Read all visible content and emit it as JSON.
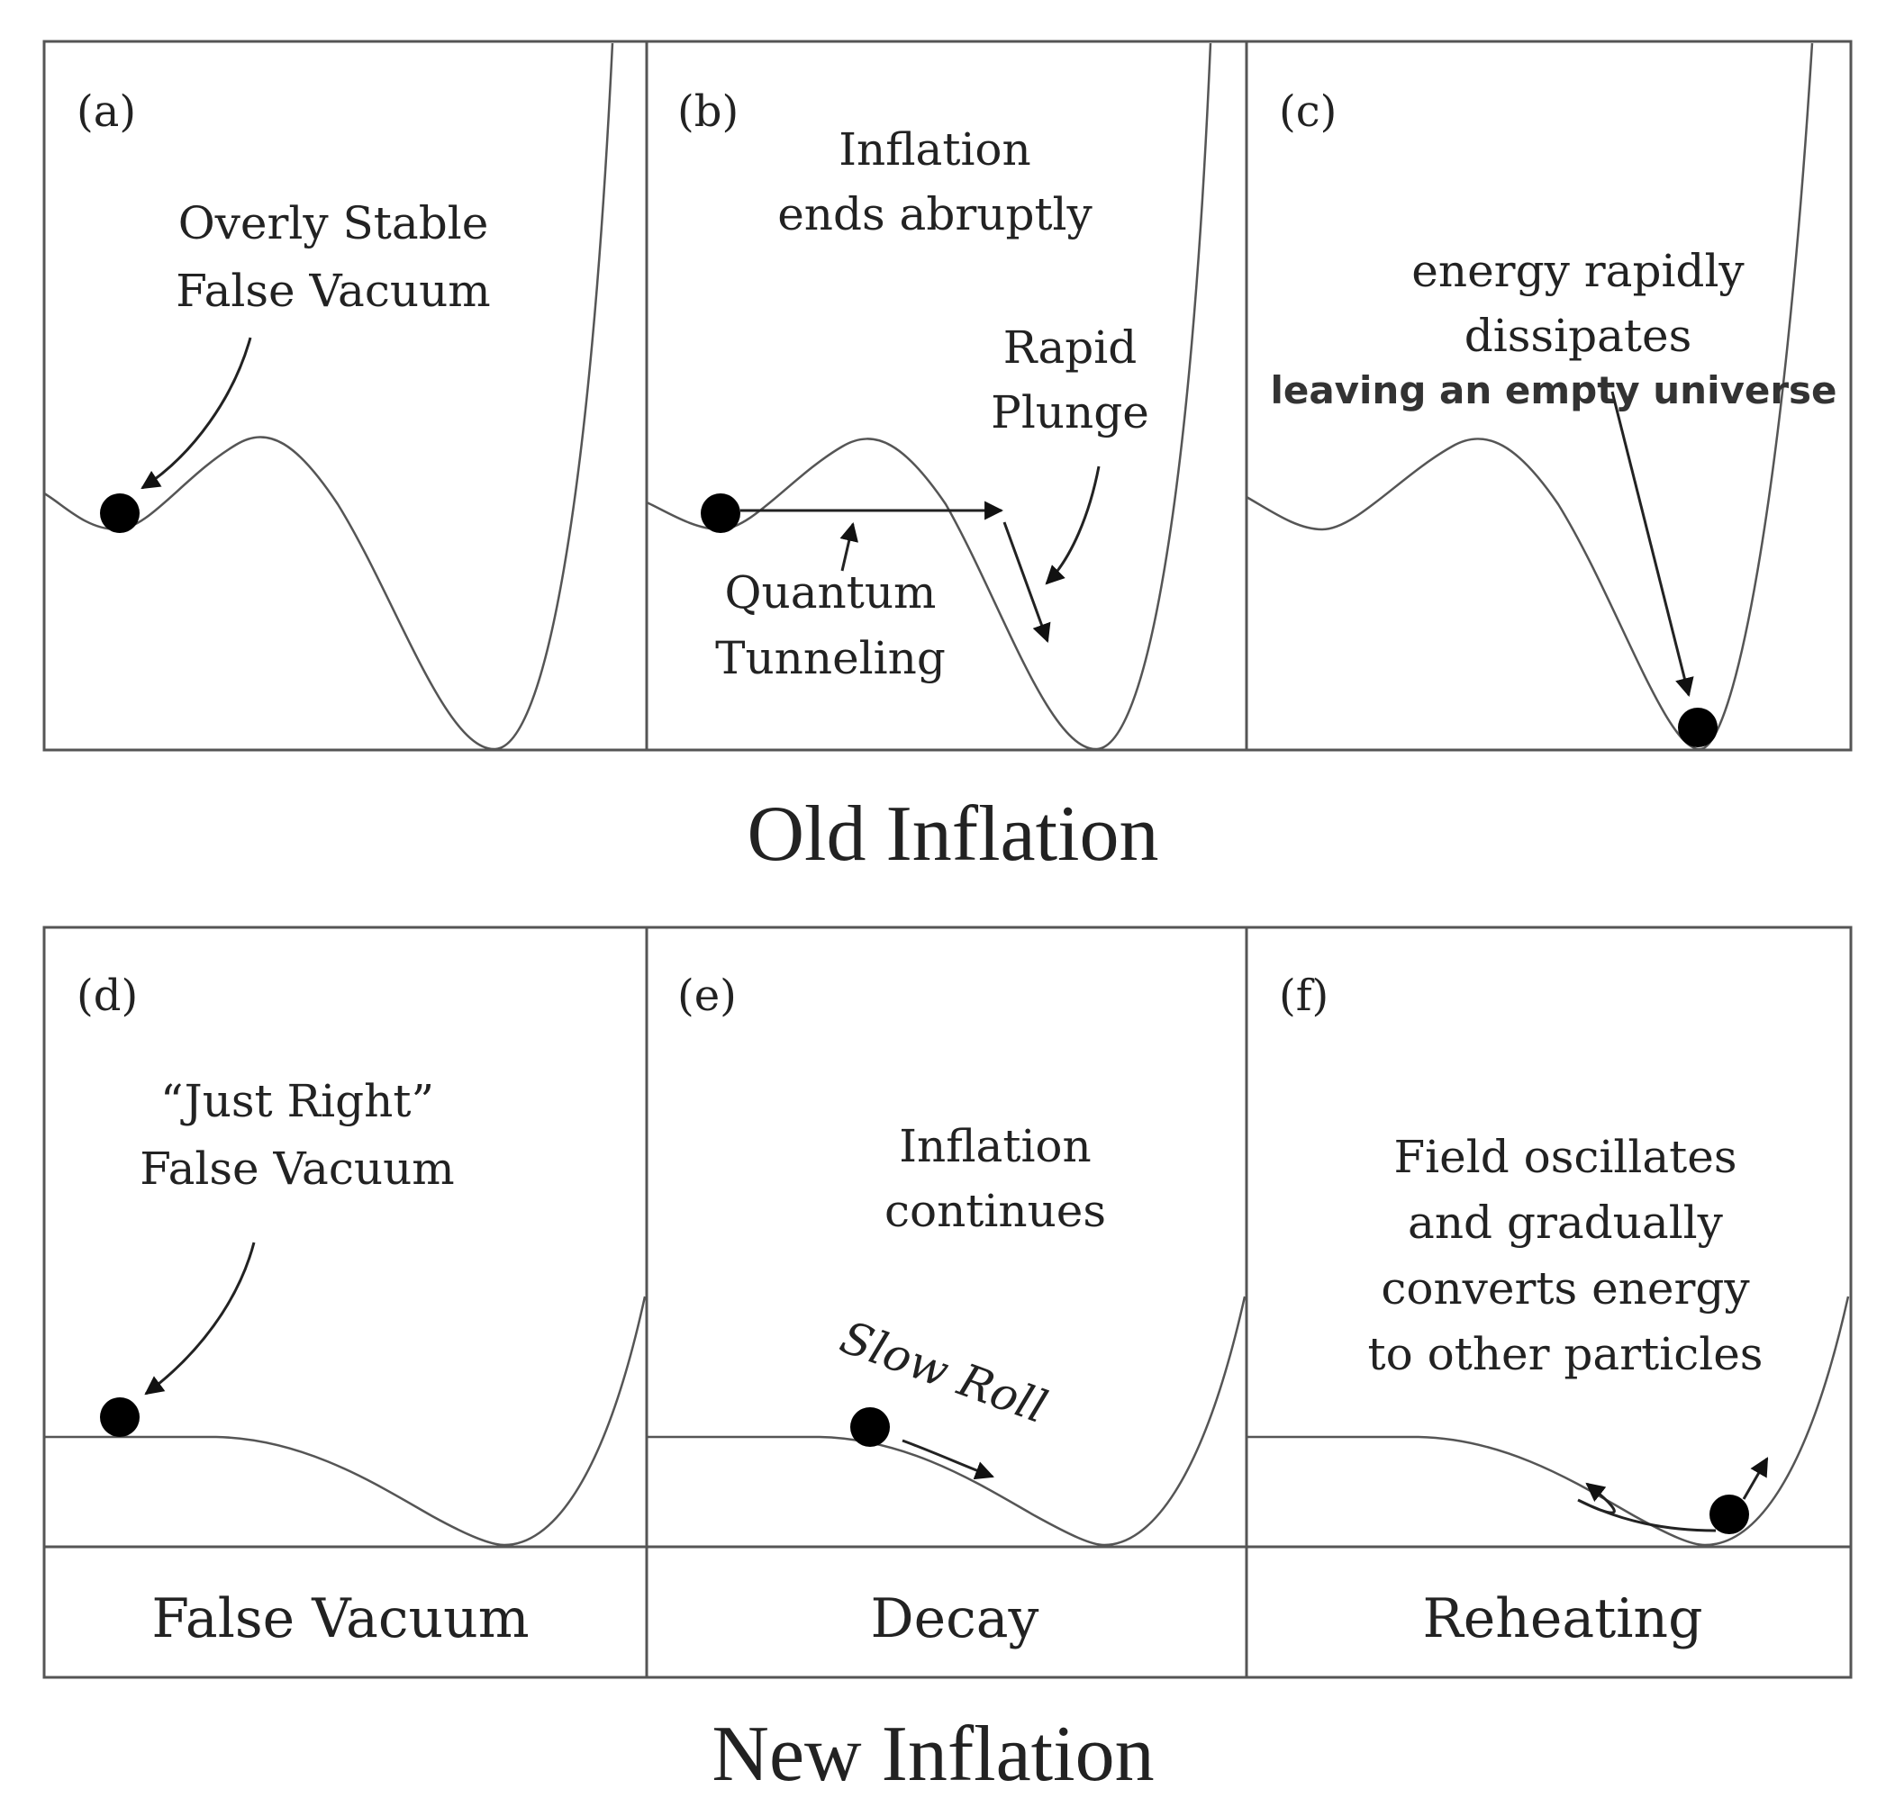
{
  "old_inflation": {
    "title": "Old Inflation",
    "panels": [
      {
        "letter": "(a)",
        "lines": [
          "Overly Stable",
          "False Vacuum"
        ]
      },
      {
        "letter": "(b)",
        "lines": [
          "Inflation",
          "ends abruptly"
        ],
        "plunge": [
          "Rapid",
          "Plunge"
        ],
        "tunnel": [
          "Quantum",
          "Tunneling"
        ]
      },
      {
        "letter": "(c)",
        "lines": [
          "energy rapidly",
          "dissipates"
        ],
        "extra": "leaving an empty universe"
      }
    ]
  },
  "new_inflation": {
    "title": "New Inflation",
    "panels": [
      {
        "letter": "(d)",
        "lines": [
          "“Just Right”",
          "False Vacuum"
        ],
        "caption": "False Vacuum"
      },
      {
        "letter": "(e)",
        "lines": [
          "Inflation",
          "continues"
        ],
        "roll": "Slow Roll",
        "caption": "Decay"
      },
      {
        "letter": "(f)",
        "lines": [
          "Field oscillates",
          "and gradually",
          "converts energy",
          "to other particles"
        ],
        "caption": "Reheating"
      }
    ]
  }
}
